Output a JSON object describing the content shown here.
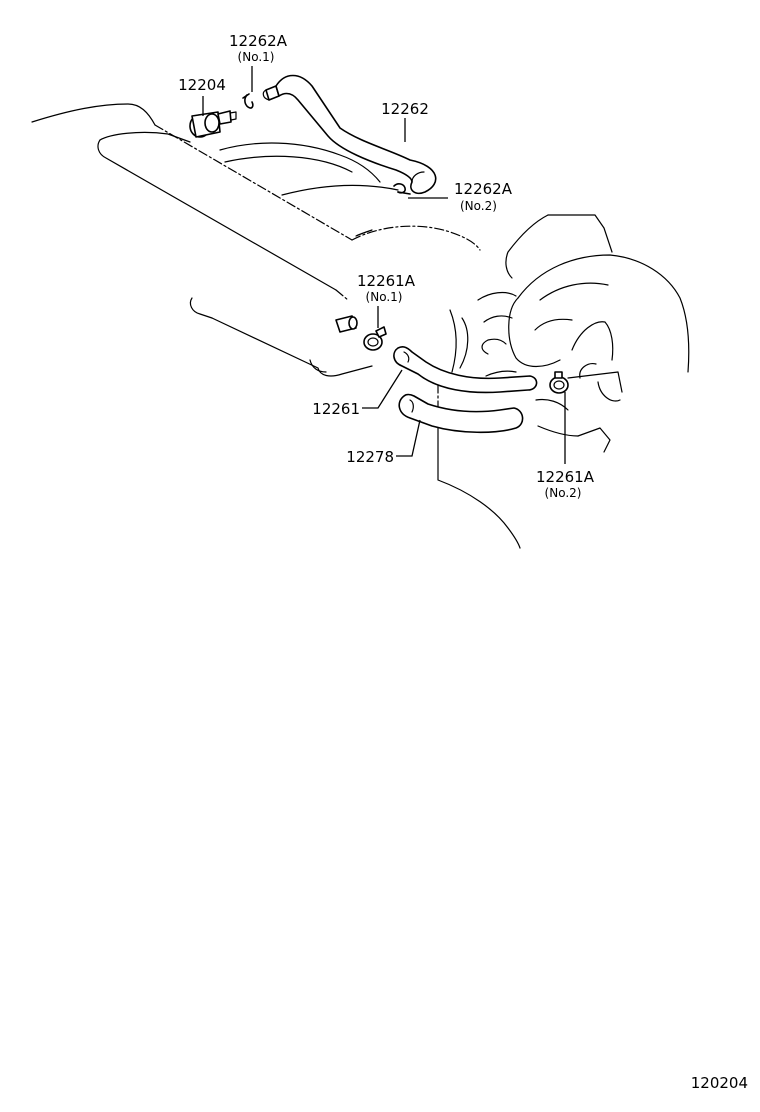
{
  "labels": {
    "pcv_valve": "12204",
    "clip_no1_top": "12262A",
    "clip_no1_top_sub": "(No.1)",
    "hose_upper": "12262",
    "clip_no2_top": "12262A",
    "clip_no2_top_sub": "(No.2)",
    "clamp_no1": "12261A",
    "clamp_no1_sub": "(No.1)",
    "hose_lower": "12261",
    "hose_bottom": "12278",
    "clamp_no2": "12261A",
    "clamp_no2_sub": "(No.2)"
  },
  "figure_number": "120204"
}
